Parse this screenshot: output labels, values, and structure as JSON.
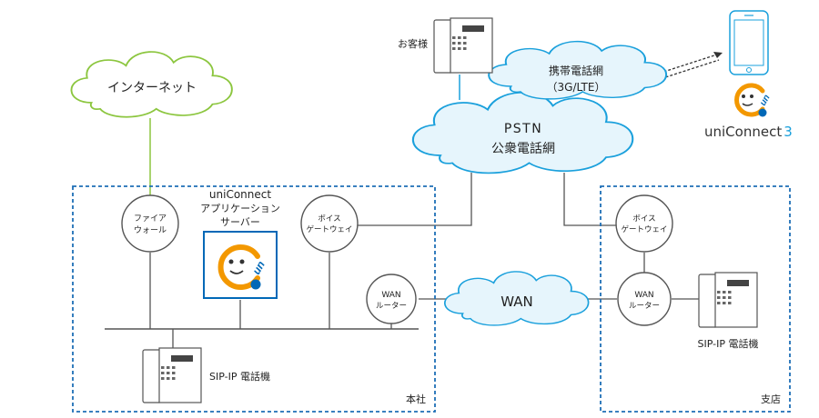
{
  "clouds": {
    "internet": "インターネット",
    "mobile_network": [
      "携帯電話網",
      "（3G/LTE）"
    ],
    "pstn": [
      "PSTN",
      "公衆電話網"
    ],
    "wan": "WAN"
  },
  "labels": {
    "customer": "お客様",
    "firewall": [
      "ファイア",
      "ウォール"
    ],
    "app_server": [
      "uniConnect",
      "アプリケーション",
      "サーバー"
    ],
    "voice_gateway_hq": [
      "ボイス",
      "ゲートウェイ"
    ],
    "wan_router_hq": [
      "WAN",
      "ルーター"
    ],
    "sip_phone_hq": "SIP-IP 電話機",
    "headquarters": "本社",
    "voice_gateway_branch": [
      "ボイス",
      "ゲートウェイ"
    ],
    "wan_router_branch": [
      "WAN",
      "ルーター"
    ],
    "sip_phone_branch": "SIP-IP 電話機",
    "branch": "支店",
    "app_name": "uniConnect",
    "app_version": "3",
    "logo_text": "un"
  },
  "colors": {
    "cloud_stroke": "#1aa0dc",
    "cloud_fill": "#e6f5fc",
    "zone_border": "#1e6fb6",
    "link_green": "#8cc63f",
    "link_blue": "#1aa0dc",
    "line_grey": "#555555",
    "logo_orange": "#f39800",
    "logo_blue": "#0068b7"
  }
}
